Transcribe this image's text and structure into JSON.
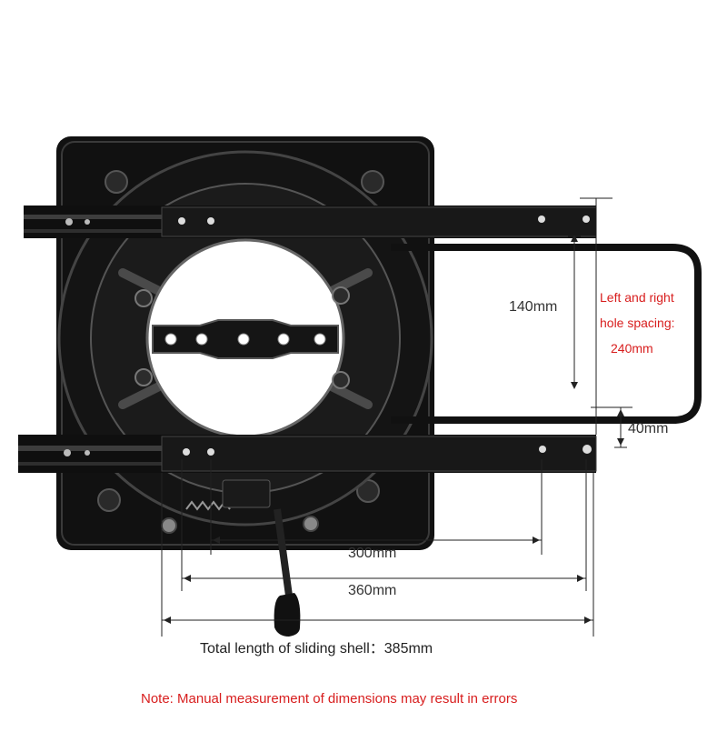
{
  "dimensions": {
    "left_right_spacing_label": "140mm",
    "rail_offset_label": "40mm",
    "inner_span_label": "300mm",
    "middle_span_label": "360mm",
    "total_length_text": "Total length of sliding shell：385mm"
  },
  "hole_spacing_note": {
    "line1": "Left and right",
    "line2": "hole spacing:",
    "line3": "240mm"
  },
  "disclaimer": "Note:  Manual measurement of dimensions may result in errors",
  "colors": {
    "annotation_red": "#d81e1e",
    "dimension_text": "#333333",
    "metal_black": "#111111"
  }
}
